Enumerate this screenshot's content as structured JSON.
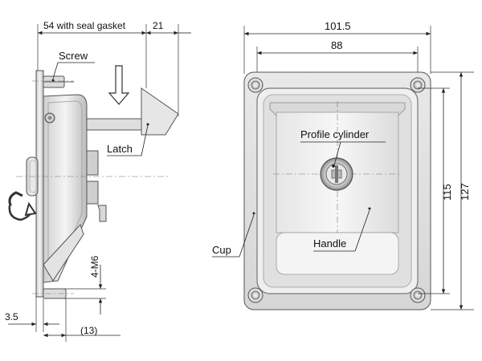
{
  "side_view": {
    "dims": {
      "depth_label": "54 with seal gasket",
      "latch_label": "21",
      "thread_label": "4-M6",
      "flange_label": "3.5",
      "stud_label": "(13)"
    },
    "callouts": {
      "screw": "Screw",
      "latch": "Latch"
    }
  },
  "front_view": {
    "dims": {
      "outer_width": "101.5",
      "inner_width": "88",
      "inner_height": "115",
      "outer_height": "127"
    },
    "callouts": {
      "cylinder": "Profile cylinder",
      "handle": "Handle",
      "cup": "Cup"
    }
  },
  "colors": {
    "metal_light": "#f2f2f2",
    "metal_mid": "#d4d4d4",
    "metal_dark": "#a8a8a8",
    "lines": "#222222"
  },
  "icons": {
    "push_arrow": "down-arrow-icon",
    "rotate_arrow": "rotate-arrow-icon"
  }
}
